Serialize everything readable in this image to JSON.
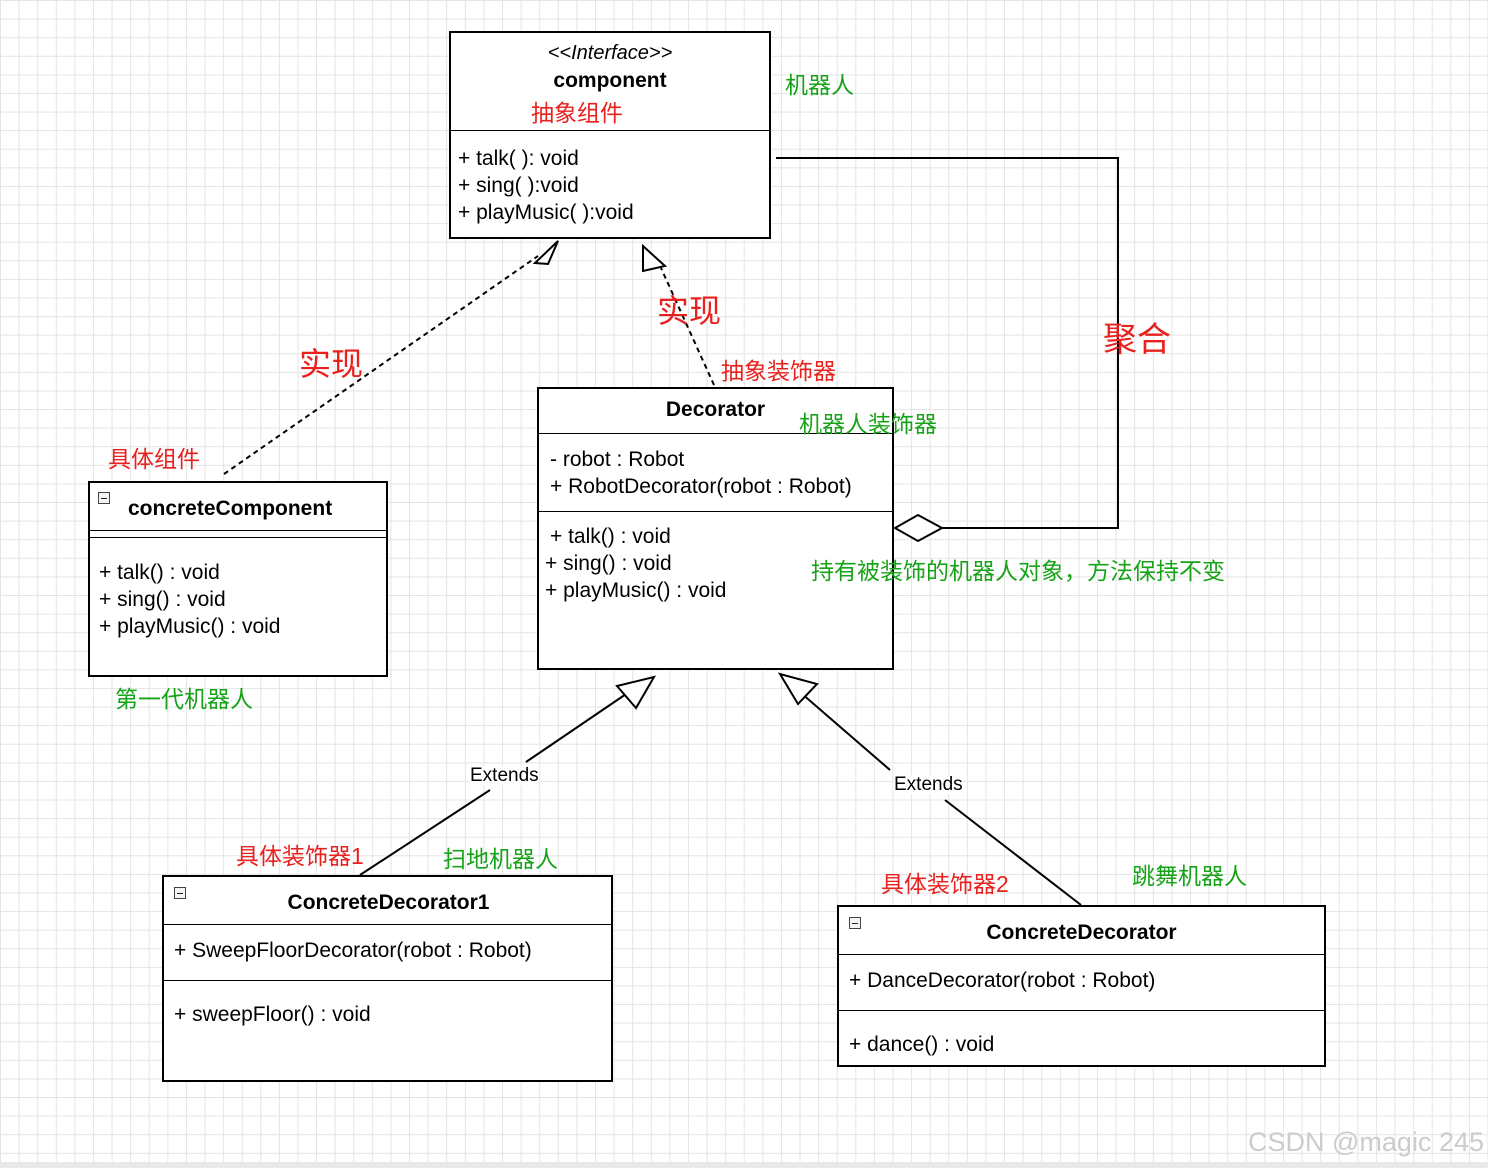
{
  "component": {
    "stereotype": "<<Interface>>",
    "name": "component",
    "label": "抽象组件",
    "methods": [
      "+ talk( ): void",
      "+ sing( ):void",
      "+ playMusic( ):void"
    ]
  },
  "concrete_component": {
    "name": "concreteComponent",
    "methods": [
      "+ talk() : void",
      "+ sing() : void",
      "+ playMusic() : void"
    ]
  },
  "decorator": {
    "name": "Decorator",
    "attributes": [
      "- robot : Robot",
      "+ RobotDecorator(robot : Robot)"
    ],
    "methods": [
      "+ talk() : void",
      "+ sing() : void",
      "+ playMusic() : void"
    ]
  },
  "concrete_decorator1": {
    "name": "ConcreteDecorator1",
    "attributes": [
      "+ SweepFloorDecorator(robot : Robot)"
    ],
    "methods": [
      "+ sweepFloor() : void"
    ]
  },
  "concrete_decorator2": {
    "name": "ConcreteDecorator",
    "attributes": [
      "+ DanceDecorator(robot : Robot)"
    ],
    "methods": [
      "+ dance() : void"
    ]
  },
  "edges": {
    "extends_left": "Extends",
    "extends_right": "Extends"
  },
  "annotations": {
    "robot": "机器人",
    "implement_left": "实现",
    "implement_mid": "实现",
    "aggregation": "聚合",
    "concrete_component_cn": "具体组件",
    "first_gen_robot": "第一代机器人",
    "abstract_decorator": "抽象装饰器",
    "robot_decorator": "机器人装饰器",
    "holds_note": "持有被装饰的机器人对象，方法保持不变",
    "concrete_decorator1_cn": "具体装饰器1",
    "sweep_robot": "扫地机器人",
    "concrete_decorator2_cn": "具体装饰器2",
    "dance_robot": "跳舞机器人"
  },
  "watermark": "CSDN @magic 245",
  "colors": {
    "red": "#e8211e",
    "green": "#17a318",
    "line": "#000000"
  }
}
